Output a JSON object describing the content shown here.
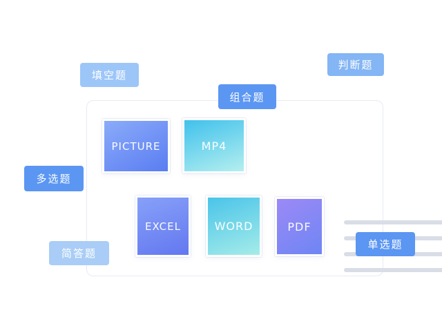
{
  "page": {
    "background": "#ffffff"
  },
  "tags": {
    "fill_blank": {
      "text": "填空题",
      "bg": "#9dc6f8"
    },
    "judge": {
      "text": "判断题",
      "bg": "#84b5f4"
    },
    "combo": {
      "text": "组合题",
      "bg": "#5b96f2"
    },
    "multi_choice": {
      "text": "多选题",
      "bg": "#5b96f2"
    },
    "short_answer": {
      "text": "简答题",
      "bg": "#a9cdf6"
    },
    "single_choice": {
      "text": "单选题",
      "bg": "#5b96f2"
    }
  },
  "card": {
    "border_color": "#e7eaf3",
    "line_count": 4,
    "line_color": "#d9dde6"
  },
  "tiles": {
    "picture": {
      "label": "PICTURE",
      "gradient": {
        "angle": "150deg",
        "from": "#8babf9",
        "to": "#5a7df2"
      }
    },
    "mp4": {
      "label": "MP4",
      "gradient": {
        "angle": "160deg",
        "from": "#40c1ec",
        "to": "#b4efef"
      }
    },
    "excel": {
      "label": "EXCEL",
      "gradient": {
        "angle": "160deg",
        "from": "#87a0f8",
        "to": "#6378f0"
      }
    },
    "word": {
      "label": "WORD",
      "gradient": {
        "angle": "160deg",
        "from": "#4ac4e9",
        "to": "#a5ece9"
      }
    },
    "pdf": {
      "label": "PDF",
      "gradient": {
        "angle": "150deg",
        "from": "#9c89f6",
        "to": "#6e86f4"
      }
    }
  }
}
